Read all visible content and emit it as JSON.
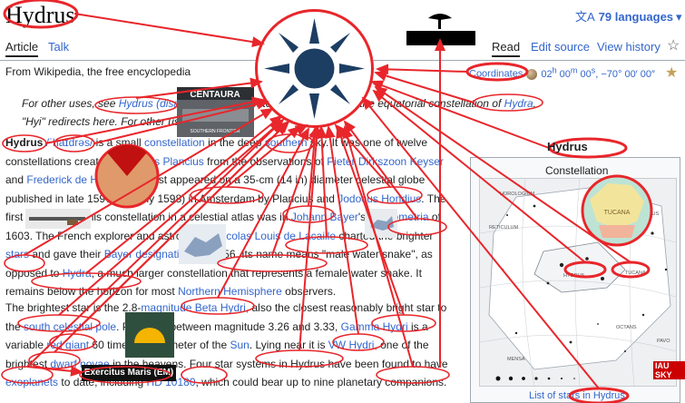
{
  "page": {
    "title": "Hydrus",
    "languages": "79 languages",
    "tabs": {
      "article": "Article",
      "talk": "Talk",
      "read": "Read",
      "edit": "Edit source",
      "history": "View history"
    },
    "tagline": "From Wikipedia, the free encyclopedia",
    "coordinates": {
      "label": "Coordinates",
      "value_h": "02",
      "value_m": "00",
      "value_s": "00",
      "dec": ", −70° 00′ 00″"
    },
    "hatnote": {
      "line1_a": "For other uses, see",
      "line1_link": "Hydrus (disambiguation)",
      "line1_b": ". Not to be confused with the equatorial constellation of",
      "line1_link2": "Hydra",
      "line2": "\"Hyi\" redirects here. For other uses, see"
    },
    "para1": [
      {
        "t": "Hydrus",
        "bold": true
      },
      {
        "t": " "
      },
      {
        "t": "/ˈhaɪdrəs/",
        "link": true
      },
      {
        "t": " is a small "
      },
      {
        "t": "constellation",
        "link": true
      },
      {
        "t": " in the deep "
      },
      {
        "t": "southern",
        "link": true
      },
      {
        "t": " sky. It was one of twelve constellations created by "
      },
      {
        "t": "Petrus Plancius",
        "link": true
      },
      {
        "t": " from the observations of "
      },
      {
        "t": "Pieter Dirkszoon Keyser",
        "link": true
      },
      {
        "t": " and "
      },
      {
        "t": "Frederick de Houtman",
        "link": true
      },
      {
        "t": ". It first appeared on a 35-cm (14 in) diameter celestial globe published in late 1597 (or early 1598) in Amsterdam by Plancius and "
      },
      {
        "t": "Jodocus Hondius",
        "link": true
      },
      {
        "t": ". The first depiction of this constellation in a celestial atlas was in "
      },
      {
        "t": "Johann Bayer",
        "link": true
      },
      {
        "t": "'s "
      },
      {
        "t": "Uranometria",
        "link": true
      },
      {
        "t": " of 1603. The French explorer and astronomer "
      },
      {
        "t": "Nicolas Louis de Lacaille",
        "link": true
      },
      {
        "t": " charted the brighter "
      },
      {
        "t": "stars",
        "link": true
      },
      {
        "t": " and gave their "
      },
      {
        "t": "Bayer designations",
        "link": true
      },
      {
        "t": " in 1756. Its name means \"male water snake\", as opposed to "
      },
      {
        "t": "Hydra",
        "link": true
      },
      {
        "t": ", a much larger constellation that represents a female water snake. It remains below the horizon for most "
      },
      {
        "t": "Northern Hemisphere",
        "link": true
      },
      {
        "t": " observers."
      }
    ],
    "para2": [
      {
        "t": "The brightest star is the 2.8-"
      },
      {
        "t": "magnitude",
        "link": true
      },
      {
        "t": " "
      },
      {
        "t": "Beta Hydri",
        "link": true
      },
      {
        "t": ", also the closest reasonably bright star to the "
      },
      {
        "t": "south celestial pole",
        "link": true
      },
      {
        "t": ". Pulsating between magnitude 3.26 and 3.33, "
      },
      {
        "t": "Gamma Hydri",
        "link": true
      },
      {
        "t": " is a variable "
      },
      {
        "t": "red giant",
        "link": true
      },
      {
        "t": " 60 times the diameter of the "
      },
      {
        "t": "Sun",
        "link": true
      },
      {
        "t": ". Lying near it is "
      },
      {
        "t": "VW Hydri",
        "link": true
      },
      {
        "t": ", one of the brightest "
      },
      {
        "t": "dwarf novae",
        "link": true
      },
      {
        "t": " in the heavens. Four star systems in Hydrus have been found to have "
      },
      {
        "t": "exoplanets",
        "link": true
      },
      {
        "t": " to date, including "
      },
      {
        "t": "HD 10180",
        "link": true
      },
      {
        "t": ", which could bear up to nine planetary companions."
      }
    ],
    "infobox": {
      "title": "Hydrus",
      "caption": "Constellation",
      "link": "List of stars in Hydrus",
      "chart_labels": [
        "HOROLOGIUM",
        "RETICULUM",
        "HYDRUS",
        "TUCANA",
        "INDUS",
        "OCTANS",
        "PAVO",
        "MENSA"
      ],
      "badge": "IAU SKY"
    },
    "overlays": {
      "centaura": "CENTAURA",
      "southern_frontier": "SOUTHERN FRONTIER",
      "tucana": "TUCANA",
      "exercitus": "Exercitus Maris (EM)"
    },
    "colors": {
      "annotation": "#e8262b",
      "link": "#3366cc",
      "emblem": "#1d3e63"
    }
  }
}
